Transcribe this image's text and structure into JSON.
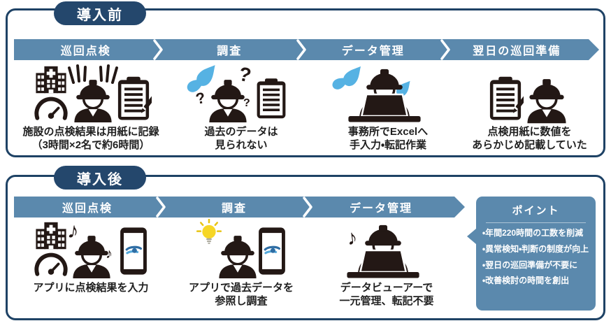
{
  "colors": {
    "navy_badge": "#24476c",
    "panel_border": "#1e4265",
    "step_bar_blue": "#5b89ad",
    "icon_dark": "#231815",
    "sweat_drop_blue": "#56b2e3",
    "bulb_yellow": "#f6d626",
    "app_logo_blue_dark": "#2e6da4",
    "app_logo_blue_light": "#55aadc",
    "caption_text": "#1f1f1f",
    "white": "#ffffff"
  },
  "glyphs": {
    "question_mark": "?",
    "music_note": "♪"
  },
  "before": {
    "badge": "導入前",
    "steps": [
      {
        "label": "巡回点検",
        "caption_lines": [
          "施設の点検結果は用紙に記録",
          "（3時間×2名で約6時間）"
        ],
        "icons": [
          "hospital-icon",
          "gauge-icon",
          "stress-lines-icon",
          "worker-icon",
          "clipboard-pencil-icon"
        ]
      },
      {
        "label": "調査",
        "caption_lines": [
          "過去のデータは",
          "見られない"
        ],
        "icons": [
          "sweat-drops-icon",
          "question-marks-icon",
          "worker-icon",
          "clipboard-icon"
        ]
      },
      {
        "label": "データ管理",
        "caption_lines": [
          "事務所でExcelへ",
          "手入力・転記作業"
        ],
        "icons": [
          "sweat-drops-icon",
          "worker-laptop-icon"
        ]
      },
      {
        "label": "翌日の巡回準備",
        "caption_lines": [
          "点検用紙に数値を",
          "あらかじめ記載していた"
        ],
        "icons": [
          "clipboard-pencil-icon",
          "worker-icon"
        ]
      }
    ]
  },
  "after": {
    "badge": "導入後",
    "steps": [
      {
        "label": "巡回点検",
        "caption_lines": [
          "アプリに点検結果を入力"
        ],
        "icons": [
          "hospital-icon",
          "gauge-icon",
          "music-notes-icon",
          "worker-icon",
          "smartphone-app-icon"
        ]
      },
      {
        "label": "調査",
        "caption_lines": [
          "アプリで過去データを",
          "参照し調査"
        ],
        "icons": [
          "lightbulb-icon",
          "worker-icon",
          "smartphone-app-icon"
        ]
      },
      {
        "label": "データ管理",
        "caption_lines": [
          "データビューアーで",
          "一元管理、転記不要"
        ],
        "icons": [
          "music-notes-icon",
          "worker-laptop-icon"
        ]
      }
    ],
    "points": {
      "title": "ポイント",
      "items": [
        "・年間220時間の工数を削減",
        "・異常検知・判断の制度が向上",
        "・翌日の巡回準備が不要に",
        "・改善検討の時間を創出"
      ]
    }
  }
}
